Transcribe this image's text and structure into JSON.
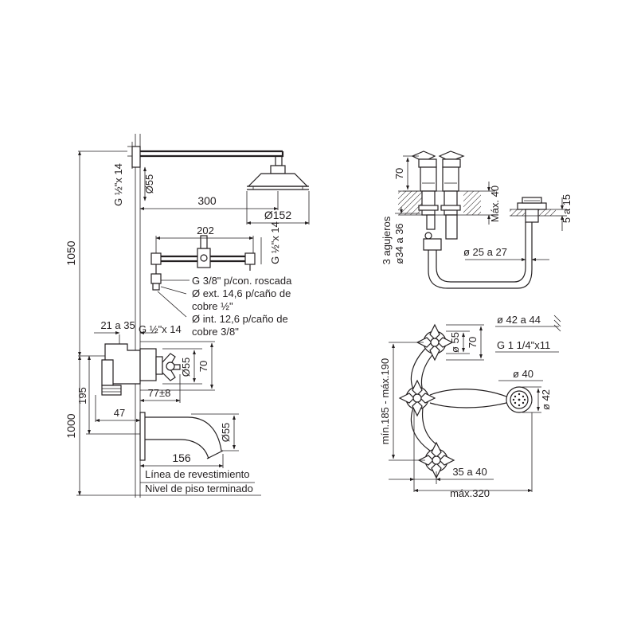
{
  "colors": {
    "ink": "#231f20",
    "background": "#ffffff"
  },
  "left_view": {
    "dim_vertical_1050": "1050",
    "dim_vertical_1000": "1000",
    "dim_vertical_195": "195",
    "dim_arm_thread": "G ½\"x 14",
    "dim_head_d55": "Ø55",
    "dim_300": "300",
    "dim_head_d152": "Ø152",
    "dim_202": "202",
    "dim_mixer_thread": "G ½\"x 14",
    "note_line_1": "G 3/8\" p/con. roscada",
    "note_line_2": "Ø ext. 14,6 p/caño de",
    "note_line_3": "cobre ½\"",
    "note_line_4": "Ø int. 12,6 p/caño de",
    "note_line_5": "cobre 3/8\"",
    "dim_21a35": "21 a 35",
    "dim_body_thread": "G ½\"x 14",
    "dim_valve_d55": "Ø55",
    "dim_valve_70": "70",
    "dim_77": "77±8",
    "dim_47": "47",
    "dim_spout_d55": "Ø55",
    "dim_156": "156",
    "label_wall": "Línea de revestimiento",
    "label_floor": "Nivel de piso terminado"
  },
  "side_view": {
    "dim_70": "70",
    "dim_max40": "Máx. 40",
    "dim_5a15": "5 a 15",
    "dim_holes_1": "3 agujeros",
    "dim_holes_2": "ø34 a 36",
    "dim_25a27": "ø 25 a 27"
  },
  "top_view": {
    "dim_42a44": "ø 42 a 44",
    "dim_thread": "G 1 1/4\"x11",
    "dim_d55": "ø 55",
    "dim_70": "70",
    "dim_d40": "ø 40",
    "dim_d42": "ø 42",
    "dim_range": "mín.185 - máx.190",
    "dim_35a40": "35 a 40",
    "dim_max320": "máx.320"
  }
}
